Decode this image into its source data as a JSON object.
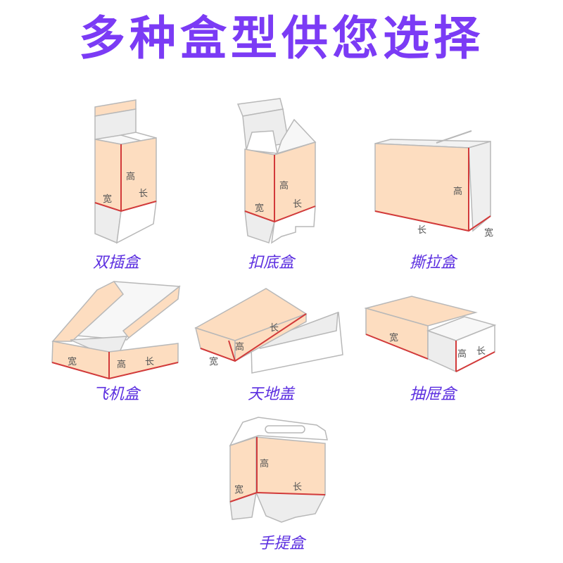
{
  "header": {
    "title": "多种盒型供您选择"
  },
  "colors": {
    "title": "#7B3BF5",
    "caption": "#5B2EE0",
    "box_face": "#FDDDC0",
    "box_outline": "#B8B8B8",
    "edge_highlight": "#D23A3A",
    "inner_gray": "#E9E9E9"
  },
  "dimension_labels": {
    "length": "长",
    "width": "宽",
    "height": "高"
  },
  "boxes": [
    {
      "name": "双插盒",
      "labels": {
        "height": "高",
        "width": "宽",
        "length": "长"
      }
    },
    {
      "name": "扣底盒",
      "labels": {
        "height": "高",
        "width": "宽",
        "length": "长"
      }
    },
    {
      "name": "撕拉盒",
      "labels": {
        "height": "高",
        "width": "宽",
        "length": "长"
      }
    },
    {
      "name": "飞机盒",
      "labels": {
        "height": "高",
        "width": "宽",
        "length": "长"
      }
    },
    {
      "name": "天地盖",
      "labels": {
        "height": "高",
        "width": "宽",
        "length": "长"
      }
    },
    {
      "name": "抽屉盒",
      "labels": {
        "height": "高",
        "width": "宽",
        "length": "长"
      }
    },
    {
      "name": "手提盒",
      "labels": {
        "height": "高",
        "width": "宽",
        "length": "长"
      }
    }
  ]
}
